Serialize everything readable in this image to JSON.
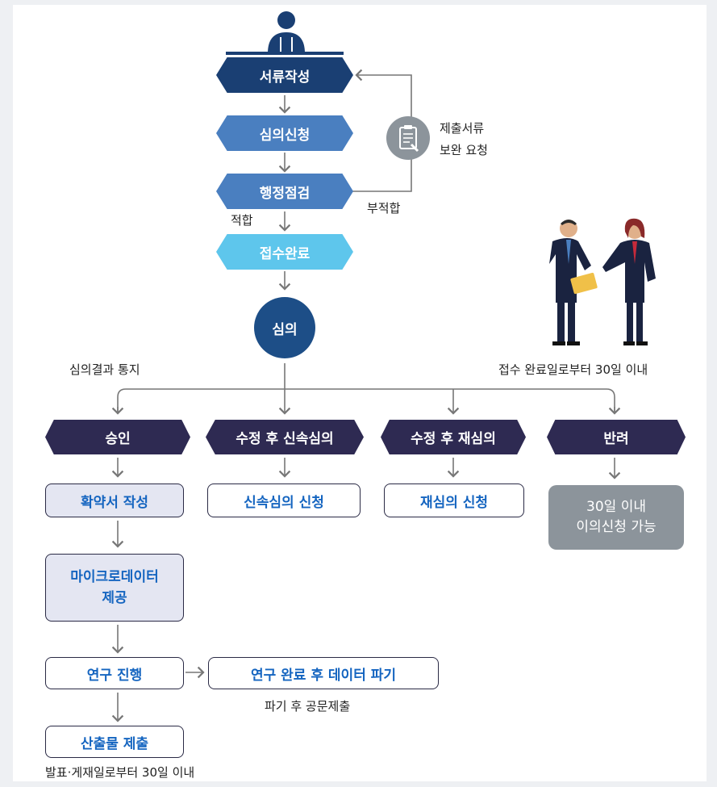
{
  "steps": {
    "write_docs": "서류작성",
    "apply_review": "심의신청",
    "admin_check": "행정점검",
    "received": "접수완료",
    "review": "심의"
  },
  "labels": {
    "suitable": "적합",
    "unsuitable": "부적합",
    "supplement_line1": "제출서류",
    "supplement_line2": "보완 요청",
    "result_notice": "심의결과 통지",
    "within_30_days": "접수 완료일로부터 30일 이내",
    "after_destroy": "파기 후 공문제출",
    "publish_deadline": "발표·게재일로부터 30일 이내"
  },
  "outcomes": {
    "approve": "승인",
    "revise_fast": "수정 후 신속심의",
    "revise_re": "수정 후 재심의",
    "reject": "반려"
  },
  "actions": {
    "pledge": "확약서 작성",
    "microdata_line1": "마이크로데이터",
    "microdata_line2": "제공",
    "research": "연구 진행",
    "destroy": "연구 완료 후 데이터 파기",
    "submit_output": "산출물 제출",
    "fast_apply": "신속심의 신청",
    "re_apply": "재심의 신청",
    "appeal_line1": "30일 이내",
    "appeal_line2": "이의신청 가능"
  },
  "colors": {
    "navy": "#1a3f73",
    "blue": "#4a7fc0",
    "light_blue": "#5ec6ec",
    "dark_purple": "#2e2a52",
    "gray_box": "#8c949b",
    "link_blue": "#1565c0"
  }
}
